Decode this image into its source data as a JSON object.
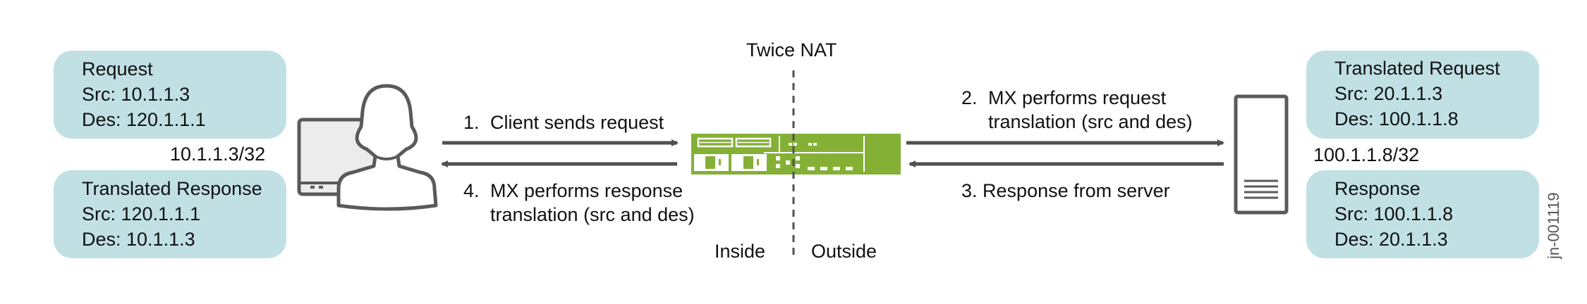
{
  "title": "Twice NAT",
  "zones": {
    "inside": "Inside",
    "outside": "Outside"
  },
  "client": {
    "address": "10.1.1.3/32",
    "request": {
      "title": "Request",
      "src": "Src: 10.1.1.3",
      "des": "Des: 120.1.1.1"
    },
    "translated_response": {
      "title": "Translated Response",
      "src": "Src: 120.1.1.1",
      "des": "Des: 10.1.1.3"
    }
  },
  "server": {
    "address": "100.1.1.8/32",
    "translated_request": {
      "title": "Translated Request",
      "src": "Src: 20.1.1.3",
      "des": "Des: 100.1.1.8"
    },
    "response": {
      "title": "Response",
      "src": "Src: 100.1.1.8",
      "des": "Des: 20.1.1.3"
    }
  },
  "steps": [
    {
      "num": "1.",
      "line1": "Client sends request",
      "line2": ""
    },
    {
      "num": "2.",
      "line1": "MX performs request",
      "line2": "translation (src and des)"
    },
    {
      "num": "3.",
      "line1": "Response from server",
      "line2": ""
    },
    {
      "num": "4.",
      "line1": "MX performs response",
      "line2": "translation (src and des)"
    }
  ],
  "figure_id": "jn-001119",
  "colors": {
    "box": "#c0e0e4",
    "router": "#84b135",
    "arrow": "#505050",
    "icon": "#5a5a5a"
  }
}
